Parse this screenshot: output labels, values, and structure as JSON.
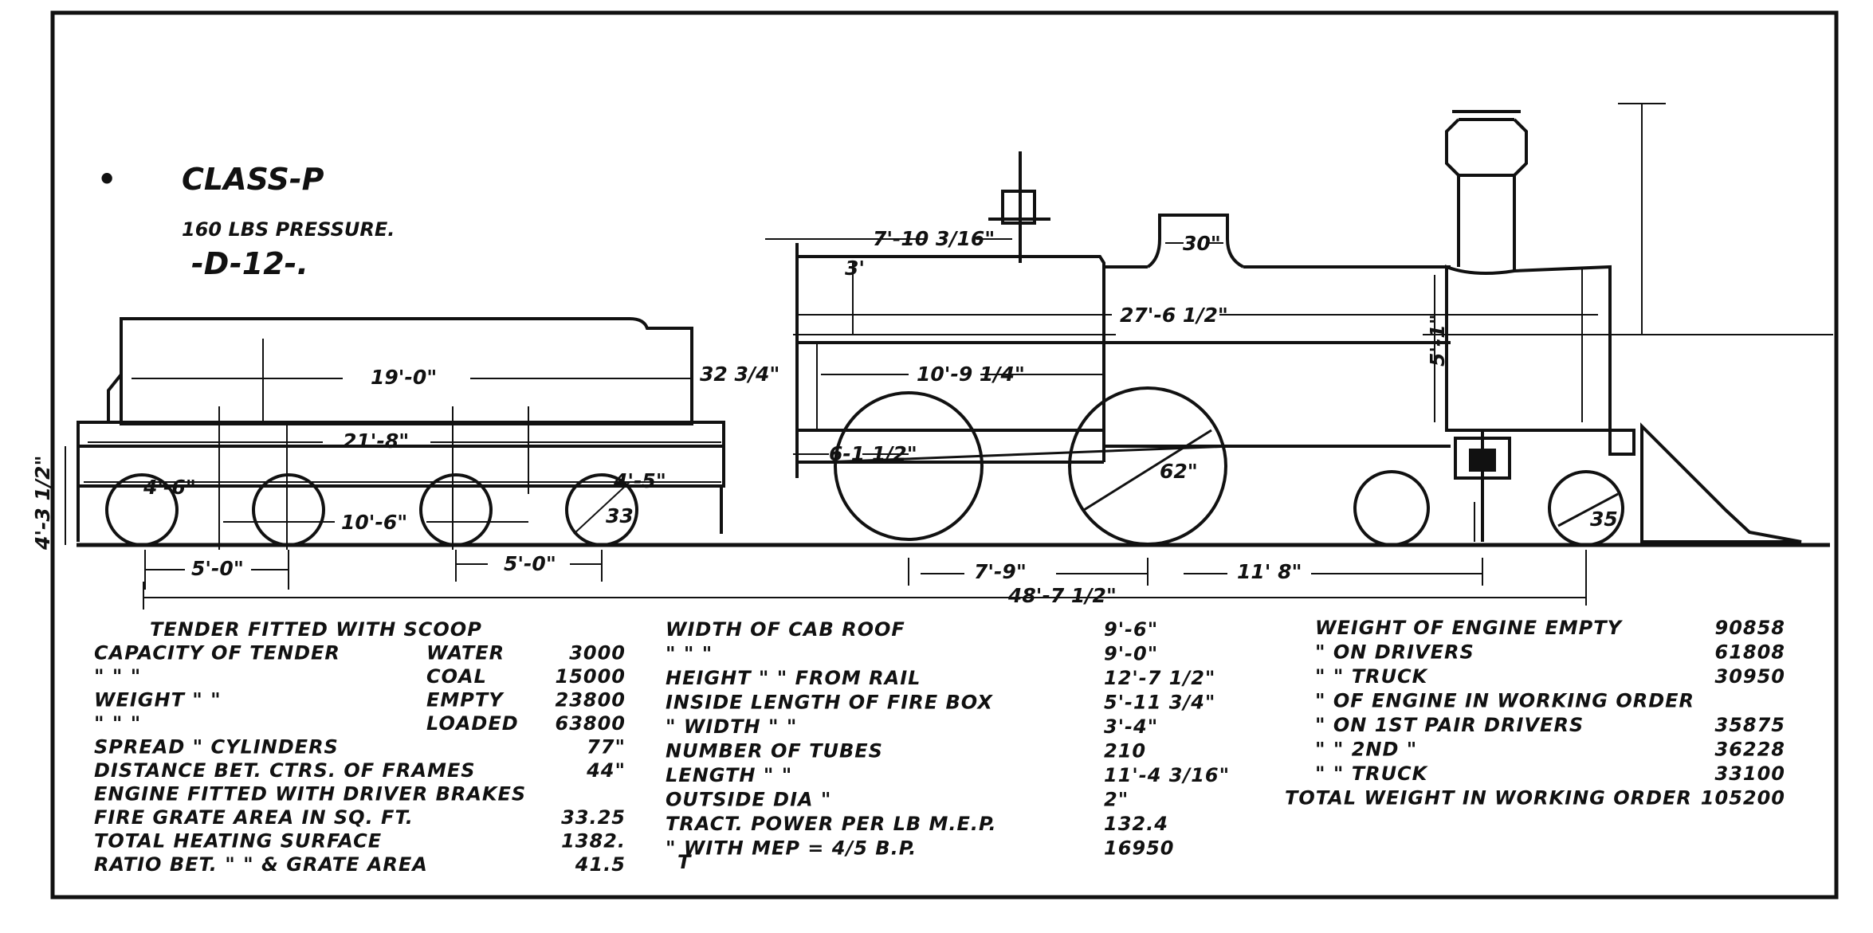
{
  "header": {
    "title": "CLASS-P",
    "pressure": "160 LBS PRESSURE.",
    "code": "-D-12-."
  },
  "dimensions": {
    "tender_tank_length": "19'-0\"",
    "tender_tank_height": "32 3/4\"",
    "tender_frame_length": "21'-8\"",
    "tender_wheel_label": "4'-6\"",
    "tender_wheel_diameter": "33",
    "tender_axle_spacing_mid": "10'-6\"",
    "tender_wheel_small": "4'-5\"",
    "tender_height_left": "4'-3 1/2\"",
    "tender_truck_wheelbase_left": "5'-0\"",
    "tender_truck_wheelbase_right": "5'-0\"",
    "cab_length": "7'-10 3/16\"",
    "dome_width": "30\"",
    "boiler_length": "27'-6 1/2\"",
    "firebox_length": "10'-9 1/4\"",
    "piston_stroke": "6-1 1/2\"",
    "driver_diameter": "62\"",
    "driver_wheelbase": "7'-9\"",
    "engine_wheelbase": "11' 8\"",
    "total_wheelbase": "48'-7 1/2\"",
    "truck_wheel_diameter": "35",
    "smokebox_height": "5'-1\"",
    "cab_side": "3'"
  },
  "specs_left": [
    {
      "c1": "TENDER FITTED WITH SCOOP",
      "c2": "",
      "c3": ""
    },
    {
      "c1": "CAPACITY OF TENDER",
      "c2": "WATER",
      "c3": "3000"
    },
    {
      "c1": "\"      \"       \"",
      "c2": "COAL",
      "c3": "15000"
    },
    {
      "c1": "WEIGHT    \"       \"",
      "c2": "EMPTY",
      "c3": "23800"
    },
    {
      "c1": "\"      \"       \"",
      "c2": "LOADED",
      "c3": "63800"
    },
    {
      "c1": "SPREAD   \" CYLINDERS",
      "c2": "",
      "c3": "77\""
    },
    {
      "c1": "DISTANCE BET. CTRS. OF FRAMES",
      "c2": "",
      "c3": "44\""
    },
    {
      "c1": "ENGINE FITTED WITH DRIVER BRAKES",
      "c2": "",
      "c3": ""
    },
    {
      "c1": "FIRE GRATE AREA IN SQ. FT.",
      "c2": "",
      "c3": "33.25"
    },
    {
      "c1": "TOTAL HEATING SURFACE",
      "c2": "",
      "c3": "1382."
    },
    {
      "c1": "RATIO BET.   \"      \" & GRATE AREA",
      "c2": "",
      "c3": "41.5"
    }
  ],
  "specs_mid": [
    {
      "label": "WIDTH OF CAB ROOF",
      "value": "9'-6\""
    },
    {
      "label": "\"       \"     \"",
      "value": "9'-0\""
    },
    {
      "label": "HEIGHT   \"     \"   FROM RAIL",
      "value": "12'-7 1/2\""
    },
    {
      "label": "INSIDE LENGTH OF FIRE BOX",
      "value": "5'-11 3/4\""
    },
    {
      "label": "\"      WIDTH   \"    \"",
      "value": "3'-4\""
    },
    {
      "label": "NUMBER OF TUBES",
      "value": "210"
    },
    {
      "label": "LENGTH    \"     \"",
      "value": "11'-4 3/16\""
    },
    {
      "label": "OUTSIDE DIA   \"",
      "value": "2\""
    },
    {
      "label": "TRACT. POWER PER LB M.E.P.",
      "value": "132.4"
    },
    {
      "label": "\"     WITH MEP = 4/5 B.P.",
      "value": "16950"
    }
  ],
  "specs_right": [
    {
      "label": "WEIGHT OF ENGINE EMPTY",
      "value": "90858"
    },
    {
      "label": "\"   ON DRIVERS",
      "value": "61808"
    },
    {
      "label": "\"   \"   TRUCK",
      "value": "30950"
    },
    {
      "label": "\" OF ENGINE IN WORKING ORDER",
      "value": ""
    },
    {
      "label": "\" ON 1ST PAIR DRIVERS",
      "value": "35875"
    },
    {
      "label": "\"  \"  2ND   \"",
      "value": "36228"
    },
    {
      "label": "\"  \"  TRUCK",
      "value": "33100"
    },
    {
      "label": "TOTAL WEIGHT IN WORKING ORDER",
      "value": "105200"
    }
  ],
  "footer_mark": "T"
}
